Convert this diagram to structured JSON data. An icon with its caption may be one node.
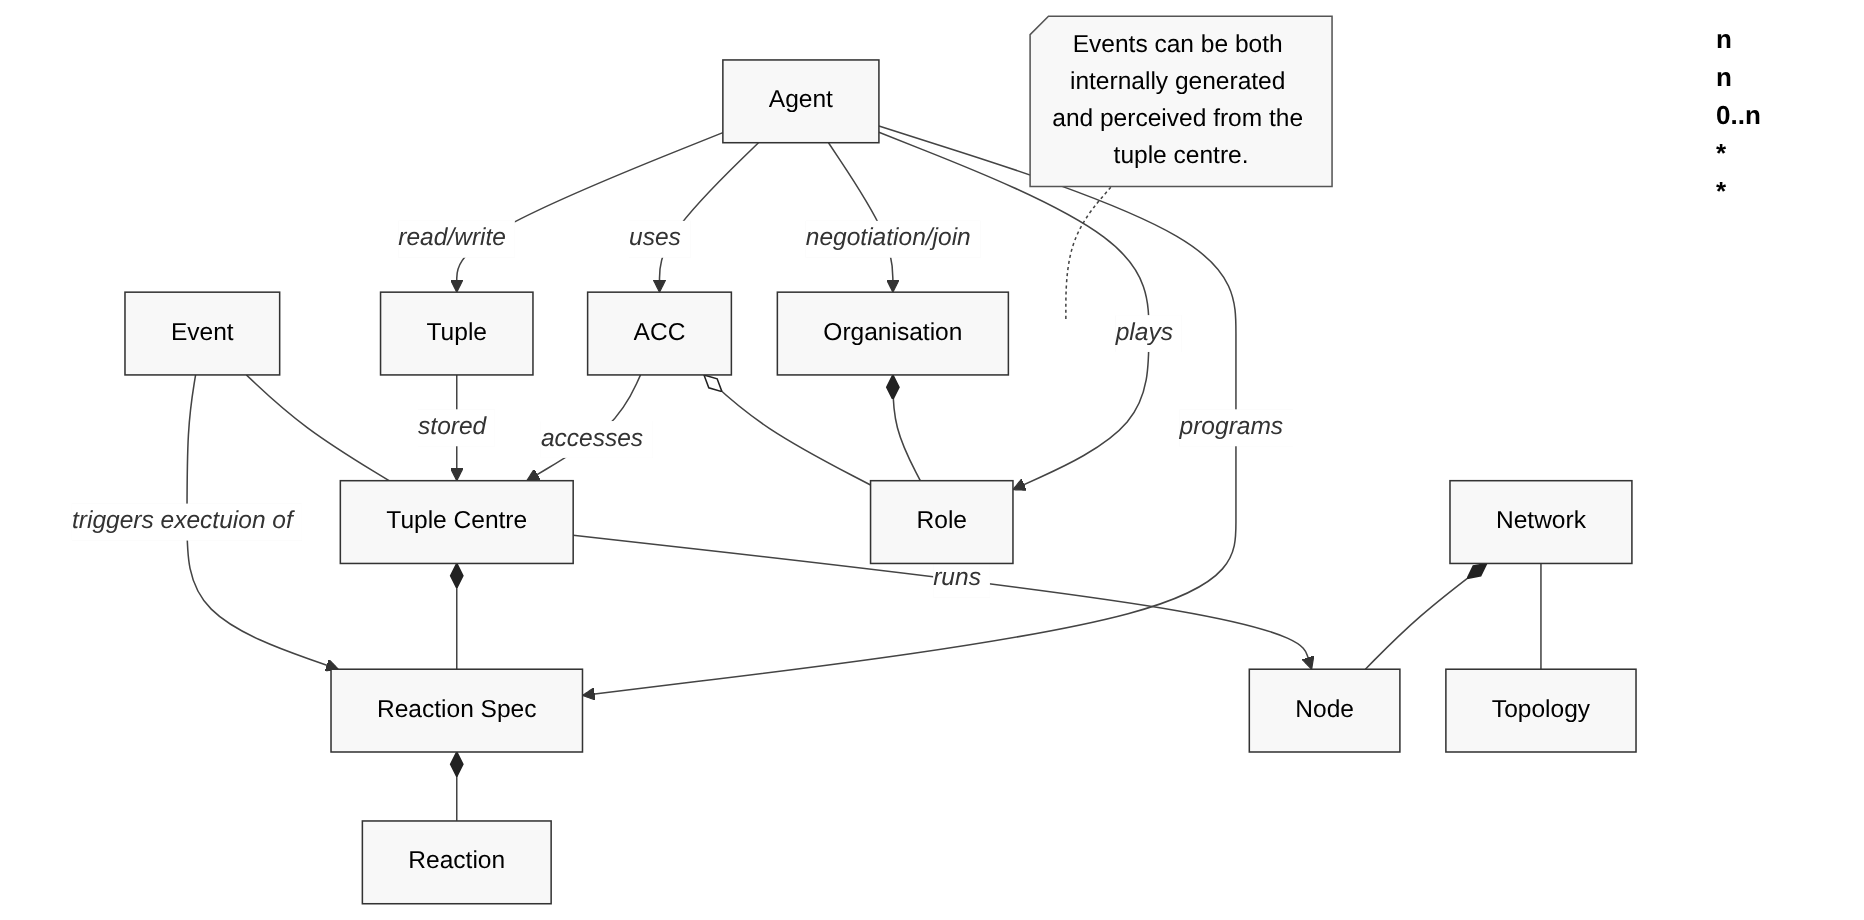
{
  "diagram": {
    "nodes": [
      {
        "text": [
          "Event"
        ]
      },
      {
        "text": [
          "Events can be both internally generated and perceived from the tuple centre."
        ]
      },
      {
        "text": [
          "Reaction Spec"
        ]
      },
      {
        "text": [
          "Tuple Centre"
        ]
      },
      {
        "text": [
          "Node"
        ]
      },
      {
        "text": [
          "Network"
        ]
      },
      {
        "text": [
          "Topology"
        ]
      },
      {
        "text": [
          "Reaction"
        ]
      },
      {
        "text": [
          "Tuple"
        ]
      },
      {
        "text": [
          "ACC"
        ]
      },
      {
        "text": [
          "Role"
        ]
      },
      {
        "text": [
          "Organisation"
        ]
      },
      {
        "text": [
          "Agent"
        ]
      }
    ],
    "edges": [
      {
        "from": 0,
        "to": 2,
        "arrow": "to",
        "label": "triggers exectuion of"
      },
      {
        "from": 0,
        "to": 3,
        "arrow": "none"
      },
      {
        "from": 1,
        "to": null,
        "arrow": "none",
        "style": "dashed"
      },
      {
        "from": 3,
        "to": 2,
        "arrow": "other"
      },
      {
        "from": 3,
        "to": 4,
        "arrow": "to",
        "label": "runs"
      },
      {
        "from": 5,
        "to": 4,
        "arrow": "other"
      },
      {
        "from": 5,
        "to": 6,
        "arrow": "none"
      },
      {
        "from": 2,
        "to": 7,
        "arrow": "other"
      },
      {
        "from": 8,
        "to": 3,
        "arrow": "to",
        "label": "stored"
      },
      {
        "from": 9,
        "to": 3,
        "arrow": "to",
        "label": "accesses"
      },
      {
        "from": 9,
        "to": 10,
        "arrow": "other"
      },
      {
        "from": 11,
        "to": 10,
        "arrow": "other"
      },
      {
        "from": 12,
        "to": 2,
        "arrow": "to",
        "label": "programs"
      },
      {
        "from": 12,
        "to": 8,
        "arrow": "to",
        "label": "read/write"
      },
      {
        "from": 12,
        "to": 9,
        "arrow": "to",
        "label": "uses"
      },
      {
        "from": 12,
        "to": 10,
        "arrow": "to",
        "label": "plays"
      },
      {
        "from": 12,
        "to": 11,
        "arrow": "to",
        "label": "negotiation/join"
      }
    ],
    "labels": [
      "n",
      "n",
      "0..n",
      "*",
      "*"
    ]
  }
}
